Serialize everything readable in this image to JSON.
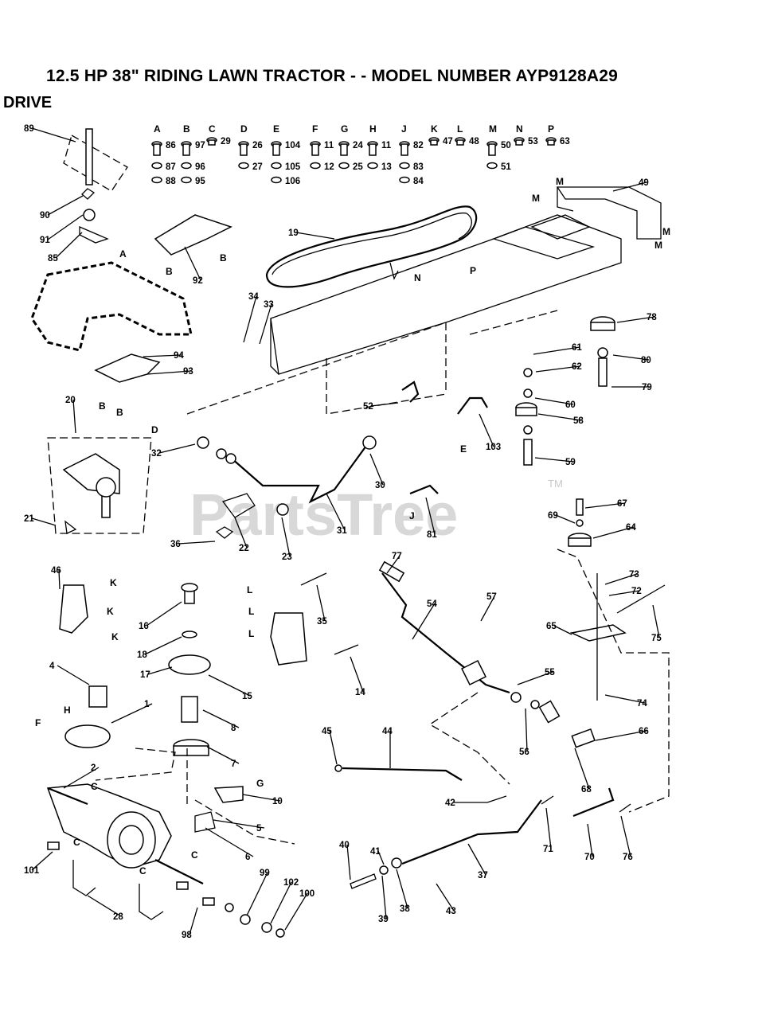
{
  "title": "12.5 HP 38\" RIDING LAWN TRACTOR - - MODEL NUMBER AYP9128A29",
  "section": "DRIVE",
  "watermark": "PartsTree",
  "watermark_tm": "TM",
  "hardware_columns": [
    {
      "letter": "A",
      "parts": [
        "86",
        "87",
        "88"
      ]
    },
    {
      "letter": "B",
      "parts": [
        "97",
        "96",
        "95"
      ]
    },
    {
      "letter": "C",
      "parts": [
        "29"
      ]
    },
    {
      "letter": "D",
      "parts": [
        "26",
        "27"
      ]
    },
    {
      "letter": "E",
      "parts": [
        "104",
        "105",
        "106"
      ]
    },
    {
      "letter": "F",
      "parts": [
        "11",
        "12"
      ]
    },
    {
      "letter": "G",
      "parts": [
        "24",
        "25"
      ]
    },
    {
      "letter": "H",
      "parts": [
        "11",
        "13"
      ]
    },
    {
      "letter": "J",
      "parts": [
        "82",
        "83",
        "84"
      ]
    },
    {
      "letter": "K",
      "parts": [
        "47"
      ]
    },
    {
      "letter": "L",
      "parts": [
        "48"
      ]
    },
    {
      "letter": "M",
      "parts": [
        "50",
        "51"
      ]
    },
    {
      "letter": "N",
      "parts": [
        "53"
      ]
    },
    {
      "letter": "P",
      "parts": [
        "63"
      ]
    }
  ],
  "callouts": [
    "89",
    "90",
    "91",
    "85",
    "92",
    "19",
    "49",
    "34",
    "33",
    "78",
    "61",
    "80",
    "62",
    "79",
    "60",
    "94",
    "93",
    "52",
    "58",
    "103",
    "59",
    "20",
    "32",
    "30",
    "21",
    "36",
    "22",
    "23",
    "31",
    "81",
    "67",
    "69",
    "64",
    "46",
    "16",
    "18",
    "17",
    "15",
    "35",
    "77",
    "54",
    "57",
    "73",
    "72",
    "65",
    "75",
    "14",
    "55",
    "74",
    "4",
    "1",
    "8",
    "7",
    "56",
    "66",
    "45",
    "44",
    "68",
    "2",
    "10",
    "5",
    "6",
    "42",
    "71",
    "70",
    "76",
    "101",
    "41",
    "40",
    "39",
    "38",
    "37",
    "43",
    "28",
    "98",
    "99",
    "102",
    "100"
  ],
  "ref_letters": {
    "A": "A",
    "B": "B",
    "C": "C",
    "D": "D",
    "E": "E",
    "F": "F",
    "G": "G",
    "H": "H",
    "J": "J",
    "K": "K",
    "L": "L",
    "M": "M",
    "N": "N",
    "P": "P"
  }
}
